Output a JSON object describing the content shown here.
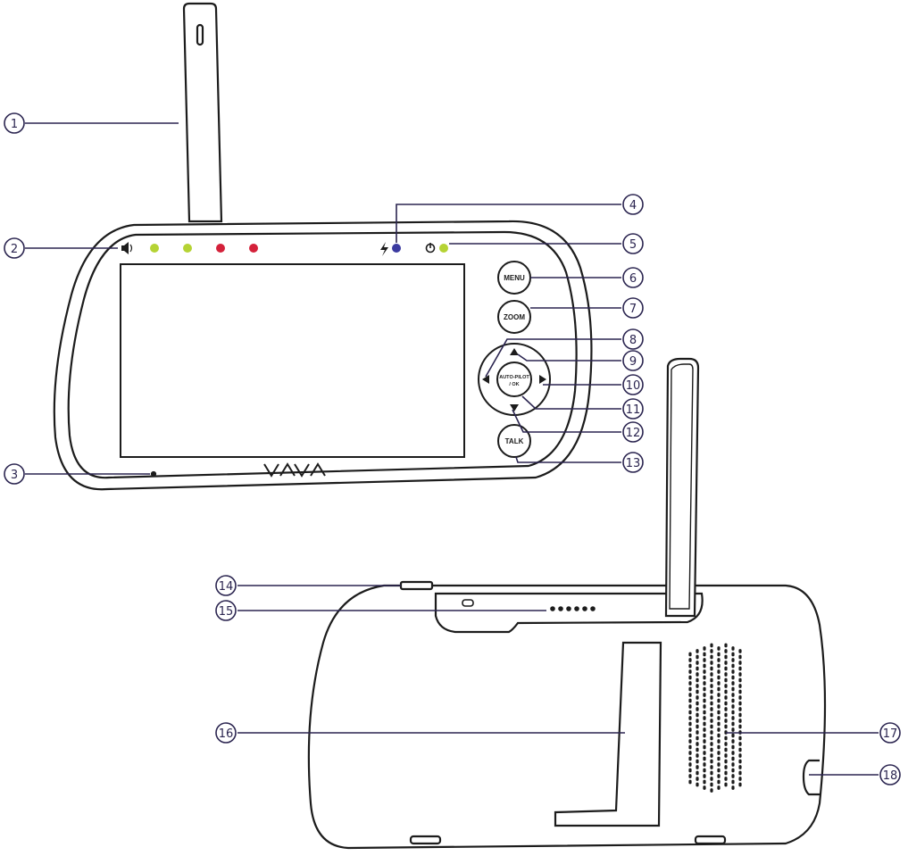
{
  "colors": {
    "outline": "#1c1c1c",
    "leader": "#2b2550",
    "led_green": "#b5d334",
    "led_red": "#d4213a",
    "led_blue": "#3b3aa0"
  },
  "brand": "VAVA",
  "buttons": {
    "menu": "MENU",
    "zoom": "ZOOM",
    "ok_line1": "AUTO-PILOT",
    "ok_line2": "/ OK",
    "talk": "TALK"
  },
  "icons": {
    "volume": "speaker-icon",
    "charge": "lightning-icon",
    "power": "power-icon",
    "up": "arrow-up-icon",
    "down": "arrow-down-icon",
    "left": "arrow-left-icon",
    "right": "arrow-right-icon"
  },
  "callouts": [
    "1",
    "2",
    "3",
    "4",
    "5",
    "6",
    "7",
    "8",
    "9",
    "10",
    "11",
    "12",
    "13",
    "14",
    "15",
    "16",
    "17",
    "18"
  ]
}
